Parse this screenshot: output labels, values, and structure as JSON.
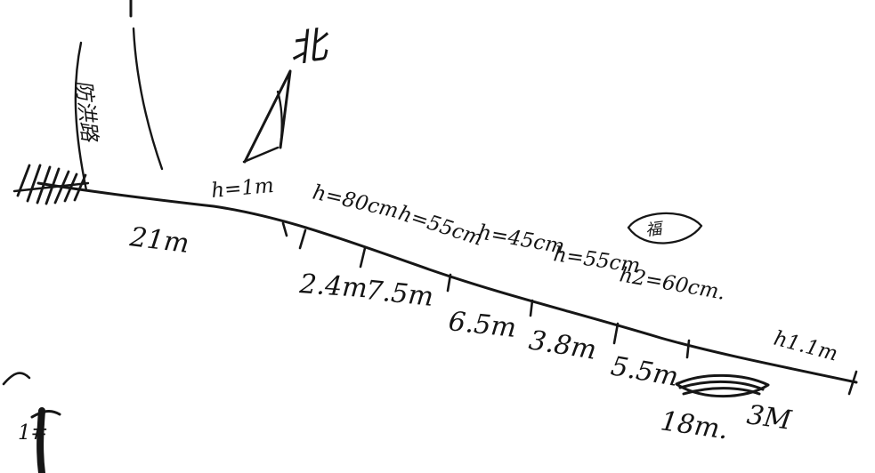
{
  "diagram": {
    "north_label": "北",
    "left_label": "防洪路",
    "segments": [
      "21m",
      "2.4m",
      "7.5m",
      "6.5m",
      "3.8m",
      "5.5m"
    ],
    "bottom_label": "18m.",
    "depth_labels": [
      "h=1m",
      "h=80cm",
      "h=55cm",
      "h=45cm",
      "h=55cm",
      "h2=60cm.",
      "h1.1m"
    ],
    "small_label": "福",
    "corner_mark": "1#",
    "partial_label": "3M",
    "ink_color": "#161616"
  }
}
